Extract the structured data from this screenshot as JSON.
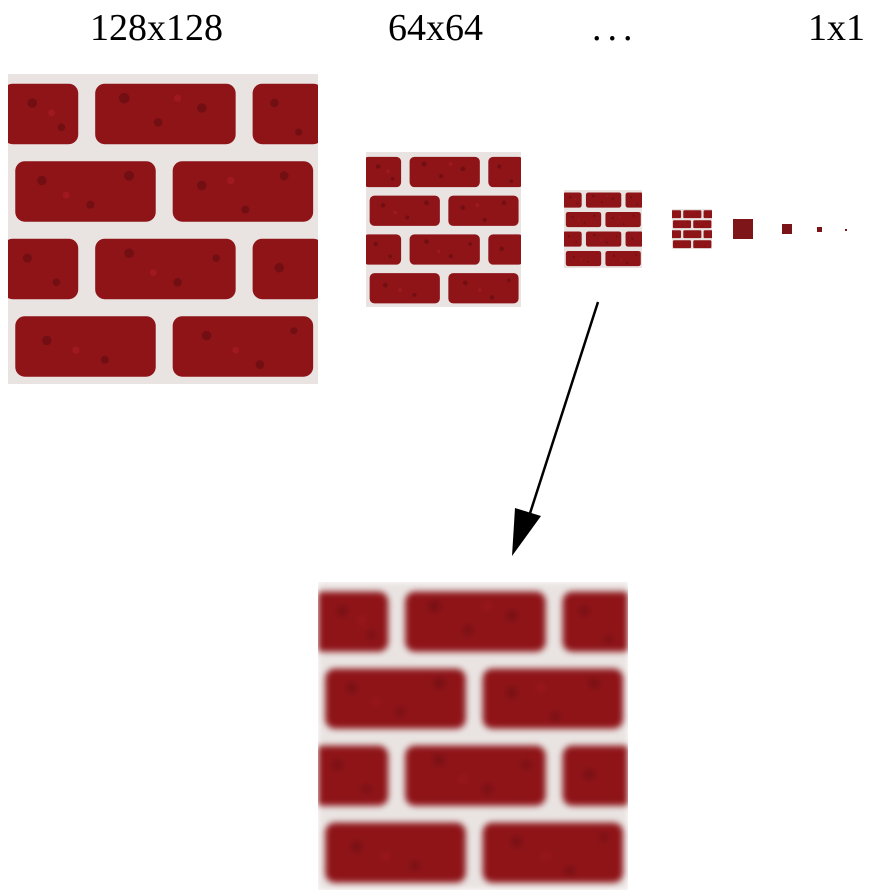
{
  "labels": {
    "largest": "128x128",
    "second": "64x64",
    "ellipsis": "...",
    "smallest": "1x1"
  },
  "colors": {
    "brick": "#8e1418",
    "brick_dark": "#5c0a0e",
    "mortar": "#e9e4e2",
    "arrow": "#000000"
  }
}
